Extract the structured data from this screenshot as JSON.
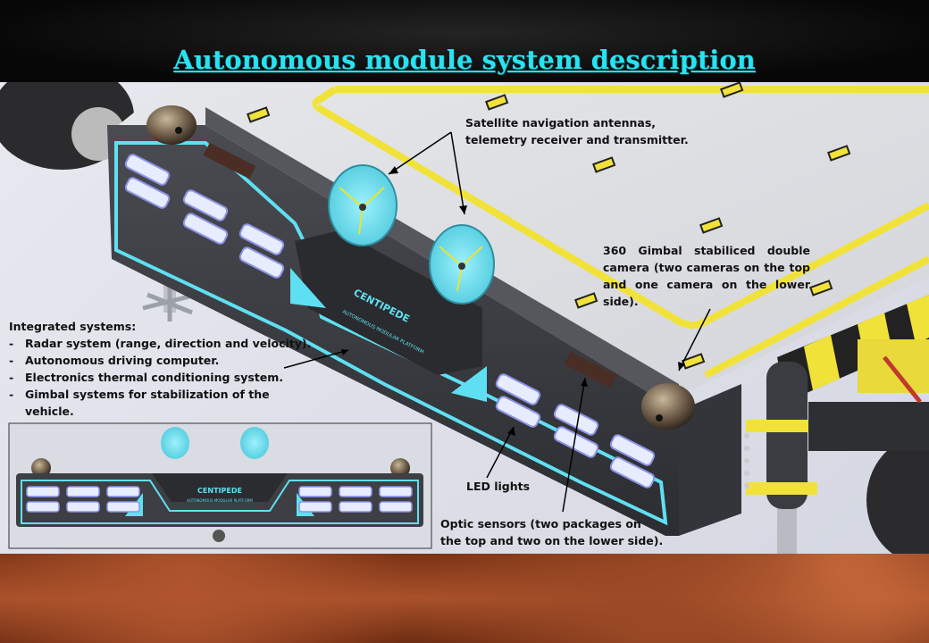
{
  "title": "Autonomous module system description",
  "module_brand": "CENTIPEDE",
  "module_subtitle": "AUTONOMOUS MODULAR PLATFORM",
  "labels": {
    "satellite": [
      "Satellite navigation antennas,",
      "telemetry receiver and transmitter."
    ],
    "gimbal": "360 Gimbal stabiliced double camera (two cameras on the top and one camera on the lower side).",
    "integrated_heading": "Integrated systems:",
    "integrated_items": [
      "Radar system (range, direction and velocity).",
      "Autonomous driving computer.",
      "Electronics thermal conditioning system.",
      "Gimbal systems for stabilization of the vehicle."
    ],
    "led": "LED lights",
    "optic": "Optic sensors (two packages on the top and two on the lower side)."
  },
  "colors": {
    "title": "#27e3f0",
    "accent_cyan": "#5fe0f2",
    "body_dark": "#3b3d42",
    "deck_yellow": "#f1e23a"
  }
}
